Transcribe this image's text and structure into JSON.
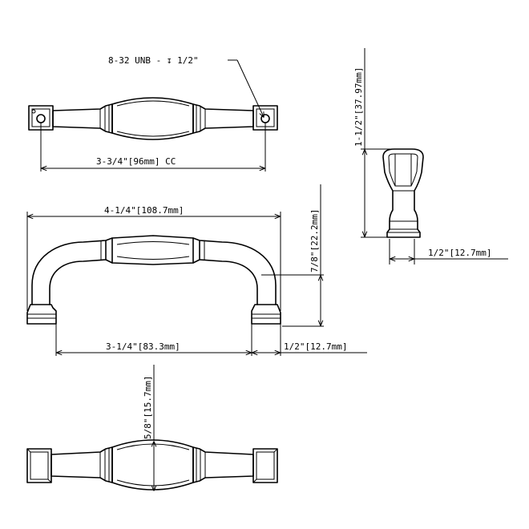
{
  "callout": {
    "thread_spec": "8-32 UNB - ↧ 1/2\""
  },
  "dimensions": {
    "center_to_center": "3-3/4\"[96mm] CC",
    "overall_length": "4-1/4\"[108.7mm]",
    "overall_height": "1-1/2\"[37.97mm]",
    "projection": "7/8\"[22.2mm]",
    "base_width_side": "1/2\"[12.7mm]",
    "inner_span": "3-1/4\"[83.3mm]",
    "foot_width": "1/2\"[12.7mm]",
    "bottom_depth": "5/8\"[15.7mm]"
  }
}
